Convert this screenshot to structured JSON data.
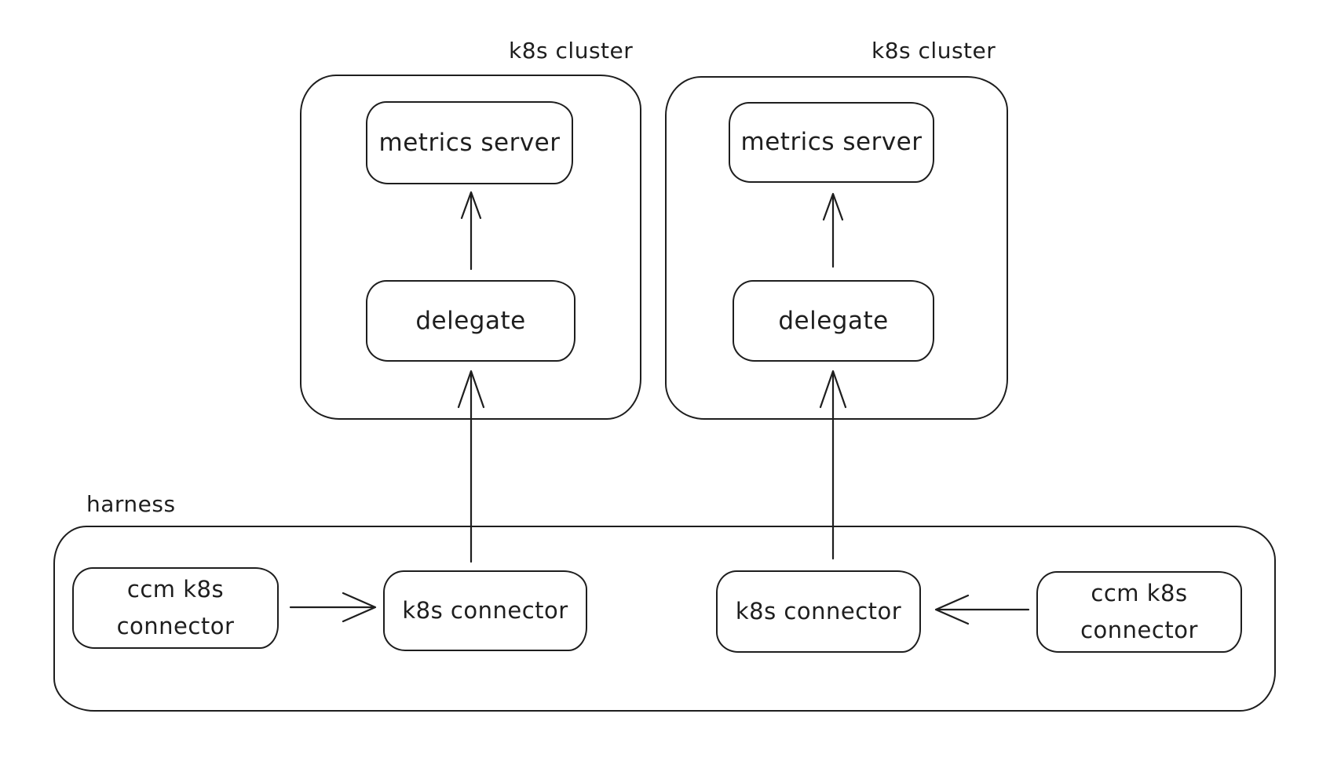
{
  "canvas": {
    "background": "#ffffff",
    "stroke_color": "#1e1e1e"
  },
  "clusters": [
    {
      "label": "k8s cluster",
      "metrics_server_label": "metrics server",
      "delegate_label": "delegate"
    },
    {
      "label": "k8s cluster",
      "metrics_server_label": "metrics server",
      "delegate_label": "delegate"
    }
  ],
  "harness": {
    "label": "harness",
    "left": {
      "ccm_connector_line1": "ccm k8s",
      "ccm_connector_line2": "connector",
      "k8s_connector_label": "k8s connector"
    },
    "right": {
      "ccm_connector_line1": "ccm k8s",
      "ccm_connector_line2": "connector",
      "k8s_connector_label": "k8s connector"
    }
  }
}
